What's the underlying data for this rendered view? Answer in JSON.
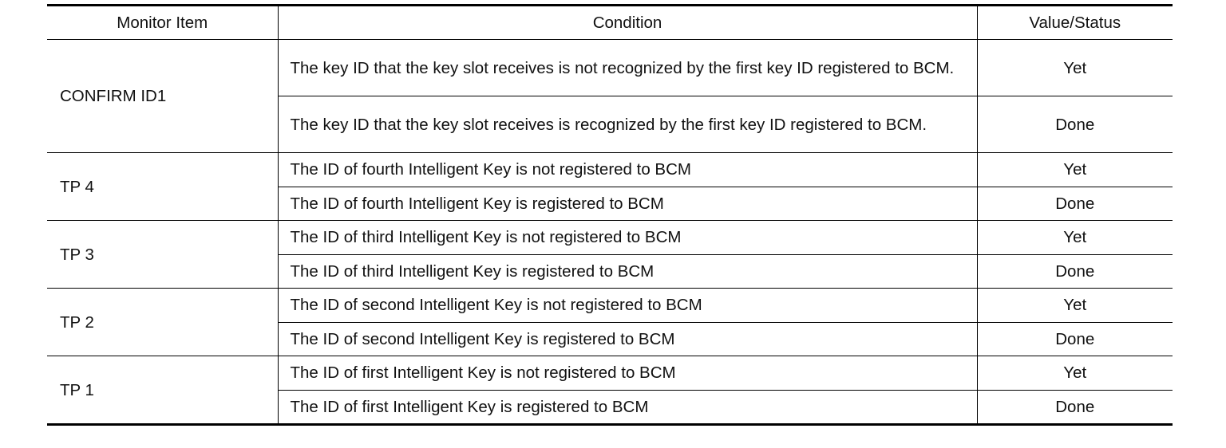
{
  "table": {
    "headers": [
      "Monitor Item",
      "Condition",
      "Value/Status"
    ],
    "groups": [
      {
        "item": "CONFIRM ID1",
        "rows": [
          {
            "condition": "The key ID that the key slot receives is not recognized by the first key ID registered to BCM.",
            "value": "Yet"
          },
          {
            "condition": "The key ID that the key slot receives is recognized by the first key ID registered to BCM.",
            "value": "Done"
          }
        ]
      },
      {
        "item": "TP 4",
        "rows": [
          {
            "condition": "The ID of fourth Intelligent Key is not registered to BCM",
            "value": "Yet"
          },
          {
            "condition": "The ID of fourth Intelligent Key is registered to BCM",
            "value": "Done"
          }
        ]
      },
      {
        "item": "TP 3",
        "rows": [
          {
            "condition": "The ID of third Intelligent Key is not registered to BCM",
            "value": "Yet"
          },
          {
            "condition": "The ID of third Intelligent Key is registered to BCM",
            "value": "Done"
          }
        ]
      },
      {
        "item": "TP 2",
        "rows": [
          {
            "condition": "The ID of second Intelligent Key is not registered to BCM",
            "value": "Yet"
          },
          {
            "condition": "The ID of second Intelligent Key is registered to BCM",
            "value": "Done"
          }
        ]
      },
      {
        "item": "TP 1",
        "rows": [
          {
            "condition": "The ID of first Intelligent Key is not registered to BCM",
            "value": "Yet"
          },
          {
            "condition": "The ID of first Intelligent Key is registered to BCM",
            "value": "Done"
          }
        ]
      }
    ]
  }
}
